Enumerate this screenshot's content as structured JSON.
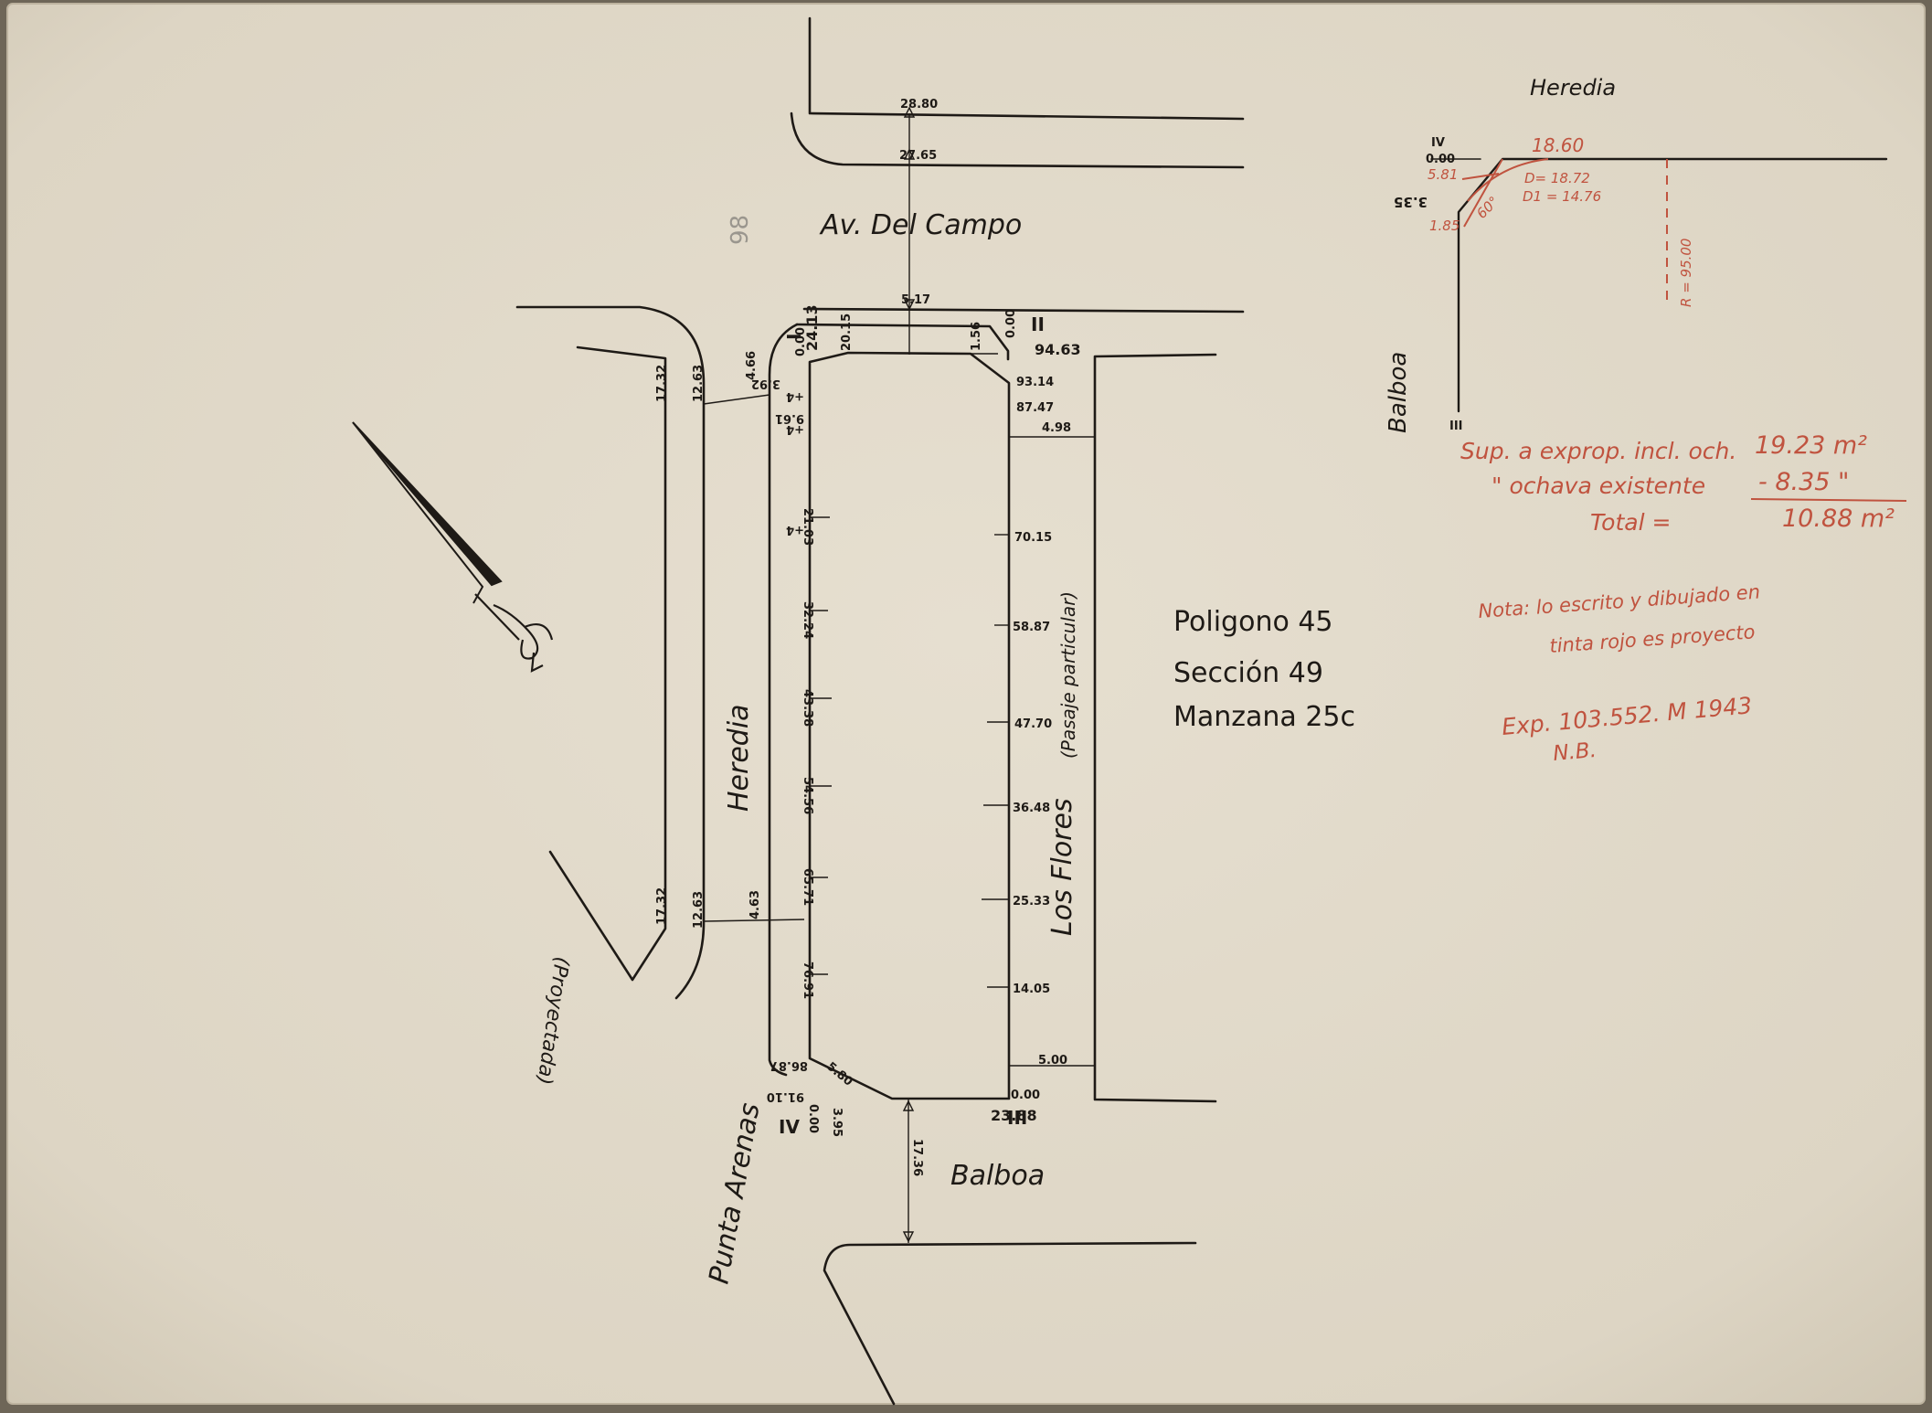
{
  "streets": {
    "av_del_campo": "Av. Del Campo",
    "balboa_bottom": "Balboa",
    "heredia_left": "Heredia",
    "los_flores": "Los Flores",
    "pasaje": "(Pasaje particular)",
    "punta_arenas": "Punta Arenas",
    "proyectada": "(Proyectada)"
  },
  "cadastral": {
    "poligono": "Poligono 45",
    "seccion": "Sección 49",
    "manzana": "Manzana 25c"
  },
  "dimensions": {
    "top_28_80": "28.80",
    "top_27_65": "27.65",
    "top_5_17": "5.17",
    "top_20_15": "20.15",
    "top_1_56": "1.56",
    "corner_I_dist": "24.13",
    "corner_I_zero": "0.00",
    "corner_II_zero": "0.00",
    "corner_II_dist": "94.63",
    "right_93_14": "93.14",
    "right_87_47": "87.47",
    "right_4_98": "4.98",
    "right_70_15": "70.15",
    "right_58_87": "58.87",
    "right_47_70": "47.70",
    "right_36_48": "36.48",
    "right_25_33": "25.33",
    "right_14_05": "14.05",
    "right_5_00": "5.00",
    "corner_III_zero": "0.00",
    "corner_III_dist": "23.88",
    "left_3_92": "3.92",
    "left_9_61": "9.61",
    "left_21_03": "21.03",
    "left_32_24": "32.24",
    "left_43_38": "43.38",
    "left_54_56": "54.56",
    "left_65_71": "65.71",
    "left_76_91": "76.91",
    "left_86_87": "86.87",
    "left_91_10": "91.10",
    "corner_IV_zero": "0.00",
    "left_5_80": "5.80",
    "left_3_95": "3.95",
    "left_4_66": "4.66",
    "left_4_63": "4.63",
    "left_12_63_top": "12.63",
    "left_17_32_top": "17.32",
    "left_12_63_bot": "12.63",
    "left_17_32_bot": "17.32",
    "bottom_17_36": "17.36",
    "tick_4_a": "+4",
    "tick_4_b": "+4",
    "tick_4_c": "+4"
  },
  "roman": {
    "I": "I",
    "II": "II",
    "III": "III",
    "IV": "IV"
  },
  "detail": {
    "heredia": "Heredia",
    "balboa": "Balboa",
    "iv": "IV",
    "iii": "III",
    "d_top": "0.00",
    "v_3_35": "3.35",
    "dim_18_60": "18.60",
    "red_5_81": "5.81",
    "red_1_85": "1.85",
    "red_d": "D= 18.72",
    "red_d1": "D1 = 14.76",
    "red_angle": "60°",
    "red_radius": "R = 95.00"
  },
  "calc": {
    "line1_label": "Sup. a exprop. incl. och.",
    "line1_value": "19.23 m²",
    "line2_label": "\" ochava existente",
    "line2_value": "- 8.35 \"",
    "line3_label": "Total =",
    "line3_value": "10.88 m²"
  },
  "note": {
    "line1": "Nota: lo escrito y dibujado en",
    "line2": "tinta rojo es proyecto"
  },
  "expediente": {
    "line1": "Exp. 103.552. M 1943",
    "initials": "N.B."
  },
  "pencil": "98",
  "colors": {
    "paper": "#e3dccd",
    "ink": "#1e1a16",
    "red_ink": "#c0533f",
    "border": "#6e6658"
  }
}
